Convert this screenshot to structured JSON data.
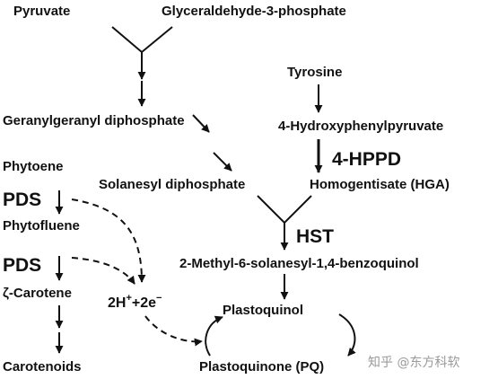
{
  "nodes": {
    "pyruvate": "Pyruvate",
    "g3p": "Glyceraldehyde-3-phosphate",
    "ggpp": "Geranylgeranyl diphosphate",
    "tyrosine": "Tyrosine",
    "hpp": "4-Hydroxyphenylpyruvate",
    "phytoene": "Phytoene",
    "solanesyl": "Solanesyl diphosphate",
    "hga": "Homogentisate (HGA)",
    "phytofluene": "Phytofluene",
    "msbq": "2-Methyl-6-solanesyl-1,4-benzoquinol",
    "zcarotene": "ζ-Carotene",
    "plastoquinol": "Plastoquinol",
    "carotenoids": "Carotenoids",
    "plastoquinone": "Plastoquinone (PQ)"
  },
  "enzymes": {
    "hppd": "4-HPPD",
    "pds1": "PDS",
    "pds2": "PDS",
    "hst": "HST"
  },
  "electrons": {
    "base": "2H",
    "sup1": "+",
    "mid": "+2e",
    "sup2": "−"
  },
  "watermark": "知乎 @东方科软"
}
